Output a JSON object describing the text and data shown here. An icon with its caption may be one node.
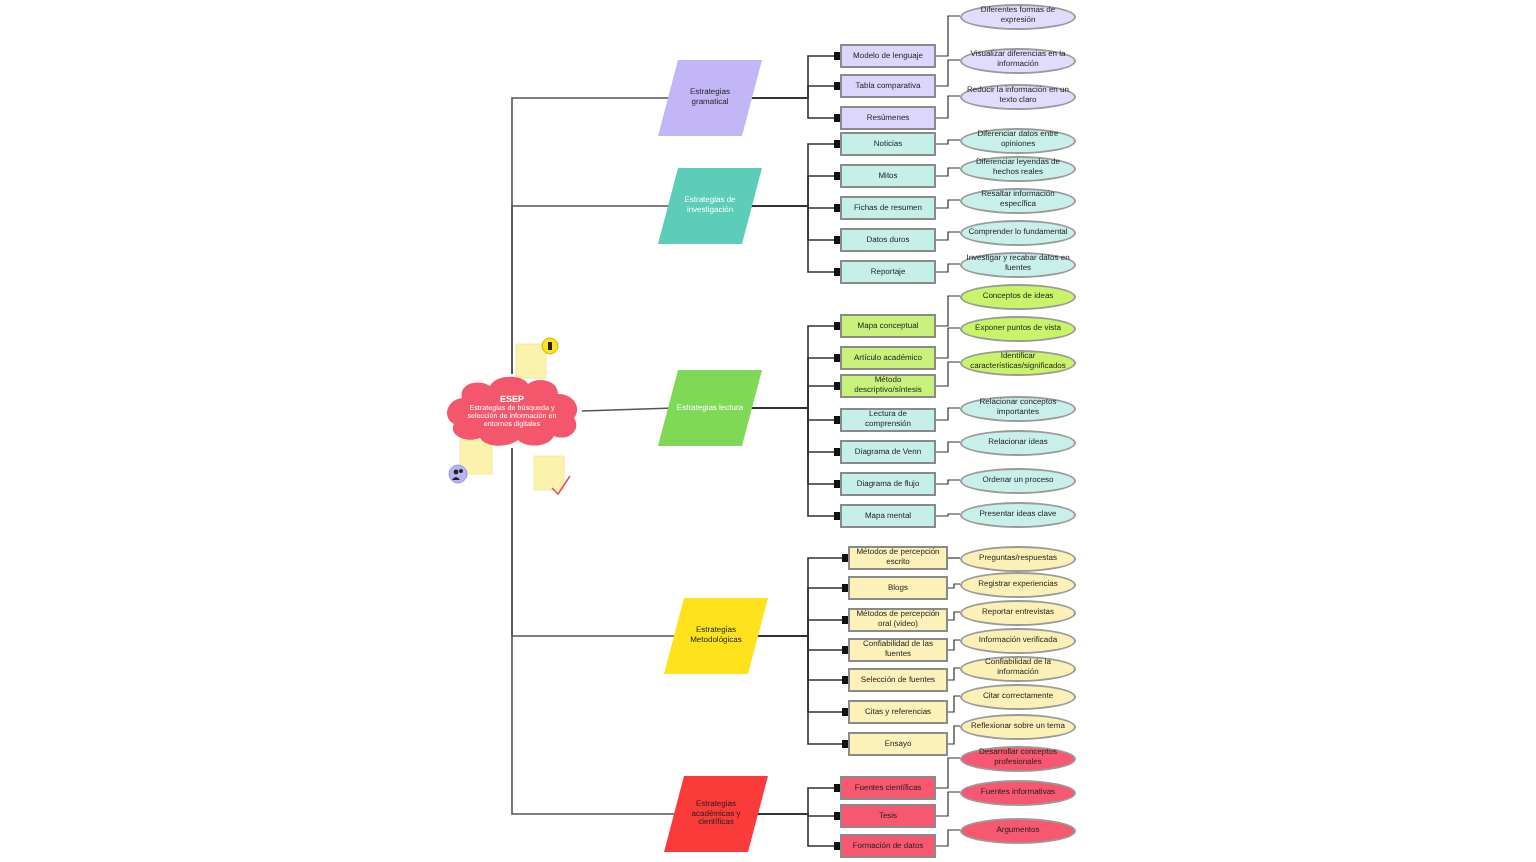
{
  "diagram": {
    "nodes": [
      {
        "text": [
          "ESEP",
          "Estrategias de búsqueda y selección de información en entornos digitales"
        ]
      },
      {
        "text": [
          "Estrategias gramatical"
        ]
      },
      {
        "text": [
          "Modelo de lenguaje"
        ]
      },
      {
        "text": [
          "Tabla comparativa"
        ]
      },
      {
        "text": [
          "Resúmenes"
        ]
      },
      {
        "text": [
          "Diferentes formas de expresión"
        ]
      },
      {
        "text": [
          "Visualizar diferencias en la información"
        ]
      },
      {
        "text": [
          "Reducir la información en un texto claro"
        ]
      },
      {
        "text": [
          "Estrategias de investigación"
        ]
      },
      {
        "text": [
          "Noticias"
        ]
      },
      {
        "text": [
          "Mitos"
        ]
      },
      {
        "text": [
          "Fichas de resumen"
        ]
      },
      {
        "text": [
          "Datos duros"
        ]
      },
      {
        "text": [
          "Reportaje"
        ]
      },
      {
        "text": [
          "Diferenciar datos entre opiniones"
        ]
      },
      {
        "text": [
          "Diferenciar leyendas de hechos reales"
        ]
      },
      {
        "text": [
          "Resaltar información específica"
        ]
      },
      {
        "text": [
          "Comprender lo fundamental"
        ]
      },
      {
        "text": [
          "Investigar y recabar datos en fuentes"
        ]
      },
      {
        "text": [
          "Estrategias lectura"
        ]
      },
      {
        "text": [
          "Mapa conceptual"
        ]
      },
      {
        "text": [
          "Artículo académico"
        ]
      },
      {
        "text": [
          "Método descriptivo/síntesis"
        ]
      },
      {
        "text": [
          "Lectura de comprensión"
        ]
      },
      {
        "text": [
          "Diagrama de Venn"
        ]
      },
      {
        "text": [
          "Diagrama de flujo"
        ]
      },
      {
        "text": [
          "Mapa mental"
        ]
      },
      {
        "text": [
          "Conceptos de ideas"
        ]
      },
      {
        "text": [
          "Exponer puntos de vista"
        ]
      },
      {
        "text": [
          "Identificar características/significados"
        ]
      },
      {
        "text": [
          "Relacionar conceptos importantes"
        ]
      },
      {
        "text": [
          "Relacionar ideas"
        ]
      },
      {
        "text": [
          "Ordenar un proceso"
        ]
      },
      {
        "text": [
          "Presentar ideas clave"
        ]
      },
      {
        "text": [
          "Estrategias Metodológicas"
        ]
      },
      {
        "text": [
          "Métodos de percepción escrito"
        ]
      },
      {
        "text": [
          "Blogs"
        ]
      },
      {
        "text": [
          "Métodos de percepción oral (video)"
        ]
      },
      {
        "text": [
          "Confiabilidad de las fuentes"
        ]
      },
      {
        "text": [
          "Selección de fuentes"
        ]
      },
      {
        "text": [
          "Citas y referencias"
        ]
      },
      {
        "text": [
          "Ensayo"
        ]
      },
      {
        "text": [
          "Preguntas/respuestas"
        ]
      },
      {
        "text": [
          "Registrar experiencias"
        ]
      },
      {
        "text": [
          "Reportar entrevistas"
        ]
      },
      {
        "text": [
          "Información verificada"
        ]
      },
      {
        "text": [
          "Confiabilidad de la información"
        ]
      },
      {
        "text": [
          "Citar correctamente"
        ]
      },
      {
        "text": [
          "Reflexionar sobre un tema"
        ]
      },
      {
        "text": [
          "Estrategias académicas y científicas"
        ]
      },
      {
        "text": [
          "Fuentes científicas"
        ]
      },
      {
        "text": [
          "Tesis"
        ]
      },
      {
        "text": [
          "Formación de datos"
        ]
      },
      {
        "text": [
          "Desarrollar conceptos profesionales"
        ]
      },
      {
        "text": [
          "Fuentes informativas"
        ]
      },
      {
        "text": [
          "Argumentos"
        ]
      }
    ],
    "edges": [
      {
        "from": 0,
        "to": 1,
        "arrow": "none"
      },
      {
        "from": 0,
        "to": 8,
        "arrow": "none"
      },
      {
        "from": 0,
        "to": 19,
        "arrow": "none"
      },
      {
        "from": 0,
        "to": 34,
        "arrow": "none"
      },
      {
        "from": 0,
        "to": 49,
        "arrow": "none"
      },
      {
        "from": 1,
        "to": 2,
        "arrow": "other"
      },
      {
        "from": 1,
        "to": 3,
        "arrow": "other"
      },
      {
        "from": 1,
        "to": 4,
        "arrow": "other"
      },
      {
        "from": 2,
        "to": 5,
        "arrow": "none"
      },
      {
        "from": 3,
        "to": 6,
        "arrow": "none"
      },
      {
        "from": 4,
        "to": 7,
        "arrow": "none"
      },
      {
        "from": 8,
        "to": 9,
        "arrow": "other"
      },
      {
        "from": 8,
        "to": 10,
        "arrow": "other"
      },
      {
        "from": 8,
        "to": 11,
        "arrow": "other"
      },
      {
        "from": 8,
        "to": 12,
        "arrow": "other"
      },
      {
        "from": 8,
        "to": 13,
        "arrow": "other"
      },
      {
        "from": 9,
        "to": 14,
        "arrow": "none"
      },
      {
        "from": 10,
        "to": 15,
        "arrow": "none"
      },
      {
        "from": 11,
        "to": 16,
        "arrow": "none"
      },
      {
        "from": 12,
        "to": 17,
        "arrow": "none"
      },
      {
        "from": 13,
        "to": 18,
        "arrow": "none"
      },
      {
        "from": 19,
        "to": 20,
        "arrow": "other"
      },
      {
        "from": 19,
        "to": 21,
        "arrow": "other"
      },
      {
        "from": 19,
        "to": 22,
        "arrow": "other"
      },
      {
        "from": 19,
        "to": 23,
        "arrow": "other"
      },
      {
        "from": 19,
        "to": 24,
        "arrow": "other"
      },
      {
        "from": 19,
        "to": 25,
        "arrow": "other"
      },
      {
        "from": 19,
        "to": 26,
        "arrow": "other"
      },
      {
        "from": 20,
        "to": 27,
        "arrow": "none"
      },
      {
        "from": 21,
        "to": 28,
        "arrow": "none"
      },
      {
        "from": 22,
        "to": 29,
        "arrow": "none"
      },
      {
        "from": 23,
        "to": 30,
        "arrow": "none"
      },
      {
        "from": 24,
        "to": 31,
        "arrow": "none"
      },
      {
        "from": 25,
        "to": 32,
        "arrow": "none"
      },
      {
        "from": 26,
        "to": 33,
        "arrow": "none"
      },
      {
        "from": 34,
        "to": 35,
        "arrow": "other"
      },
      {
        "from": 34,
        "to": 36,
        "arrow": "other"
      },
      {
        "from": 34,
        "to": 37,
        "arrow": "other"
      },
      {
        "from": 34,
        "to": 38,
        "arrow": "other"
      },
      {
        "from": 34,
        "to": 39,
        "arrow": "other"
      },
      {
        "from": 34,
        "to": 40,
        "arrow": "other"
      },
      {
        "from": 34,
        "to": 41,
        "arrow": "other"
      },
      {
        "from": 35,
        "to": 42,
        "arrow": "none"
      },
      {
        "from": 36,
        "to": 43,
        "arrow": "none"
      },
      {
        "from": 37,
        "to": 44,
        "arrow": "none"
      },
      {
        "from": 38,
        "to": 45,
        "arrow": "none"
      },
      {
        "from": 39,
        "to": 46,
        "arrow": "none"
      },
      {
        "from": 40,
        "to": 47,
        "arrow": "none"
      },
      {
        "from": 41,
        "to": 48,
        "arrow": "none"
      },
      {
        "from": 49,
        "to": 50,
        "arrow": "other"
      },
      {
        "from": 49,
        "to": 51,
        "arrow": "other"
      },
      {
        "from": 49,
        "to": 52,
        "arrow": "other"
      },
      {
        "from": 50,
        "to": 53,
        "arrow": "none"
      },
      {
        "from": 51,
        "to": 54,
        "arrow": "none"
      },
      {
        "from": 52,
        "to": 55,
        "arrow": "none"
      }
    ]
  }
}
